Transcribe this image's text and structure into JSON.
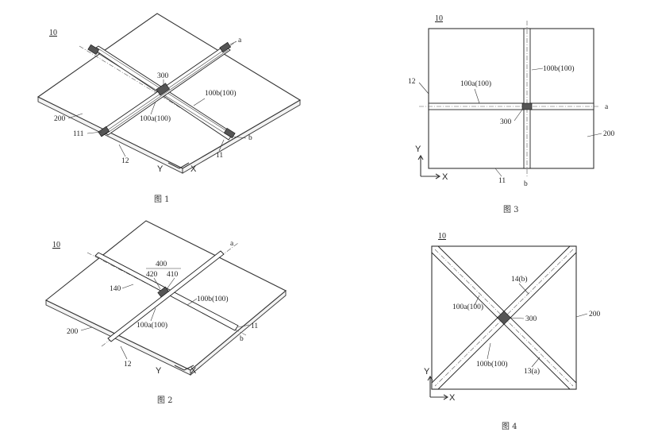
{
  "figures": [
    {
      "caption": "图 1",
      "ref": "10",
      "labels": {
        "a": "a",
        "b": "b",
        "center": "300",
        "beam_a": "100a(100)",
        "beam_b": "100b(100)",
        "plate": "200",
        "corner": "111",
        "edge_12": "12",
        "edge_11": "11",
        "axis_x": "X",
        "axis_y": "Y"
      }
    },
    {
      "caption": "图 2",
      "ref": "10",
      "labels": {
        "a": "a",
        "b": "b",
        "top": "400",
        "left_sub": "420",
        "right_sub": "410",
        "side": "140",
        "beam_a": "100a(100)",
        "beam_b": "100b(100)",
        "plate": "200",
        "edge_12": "12",
        "edge_11": "11",
        "axis_x": "X",
        "axis_y": "Y"
      }
    },
    {
      "caption": "图 3",
      "ref": "10",
      "labels": {
        "a": "a",
        "b": "b",
        "beam_a": "100a(100)",
        "beam_b": "100b(100)",
        "center": "300",
        "plate": "200",
        "edge_12": "12",
        "edge_11": "11",
        "axis_x": "X",
        "axis_y": "Y"
      }
    },
    {
      "caption": "图 4",
      "ref": "10",
      "labels": {
        "diag_b": "14(b)",
        "beam_a": "100a(100)",
        "center": "300",
        "plate": "200",
        "beam_b": "100b(100)",
        "diag_a": "13(a)",
        "axis_x": "X",
        "axis_y": "Y"
      }
    }
  ]
}
